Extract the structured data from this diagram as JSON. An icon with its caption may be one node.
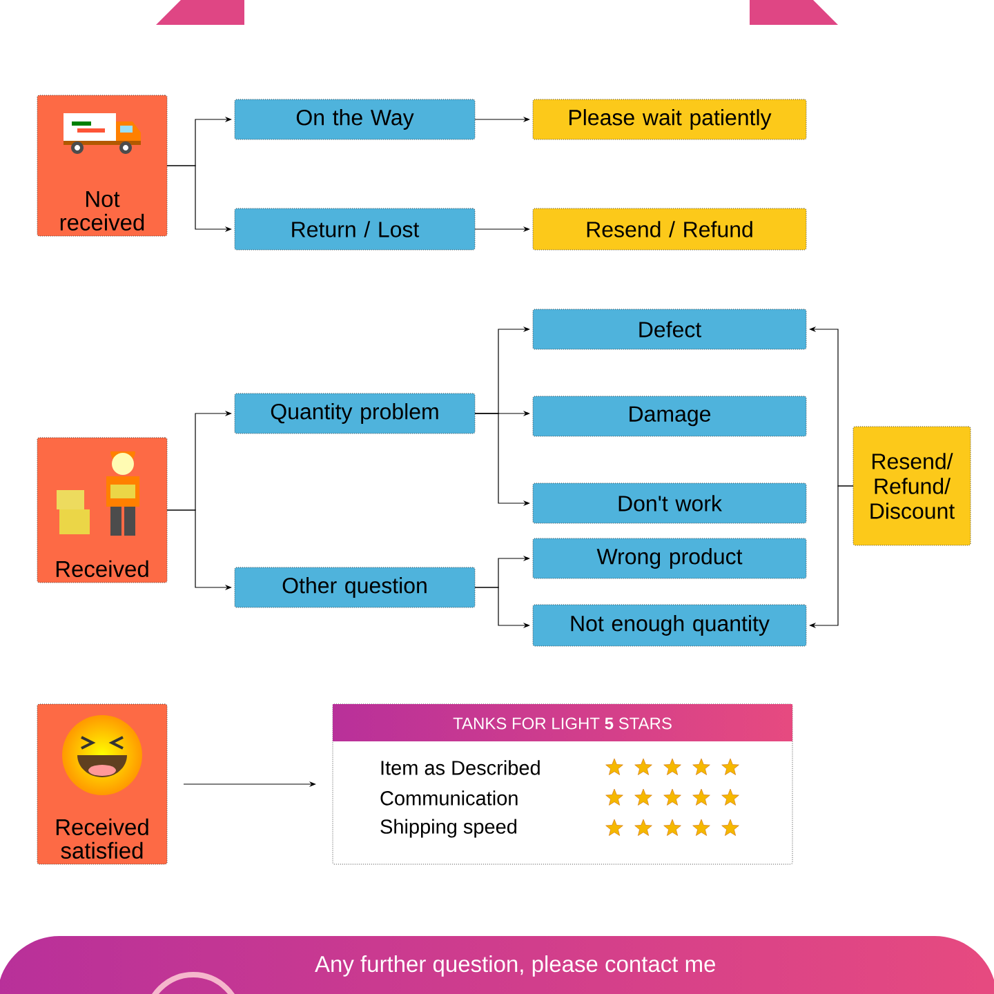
{
  "diagram": {
    "nodes": [
      {
        "text": [
          "Not received"
        ]
      },
      {
        "text": [
          "On the Way"
        ]
      },
      {
        "text": [
          "Please wait patiently"
        ]
      },
      {
        "text": [
          "Return / Lost"
        ]
      },
      {
        "text": [
          "Resend / Refund"
        ]
      },
      {
        "text": [
          "Received"
        ]
      },
      {
        "text": [
          "Quantity problem"
        ]
      },
      {
        "text": [
          "Other question"
        ]
      },
      {
        "text": [
          "Defect"
        ]
      },
      {
        "text": [
          "Damage"
        ]
      },
      {
        "text": [
          "Don't work"
        ]
      },
      {
        "text": [
          "Wrong product"
        ]
      },
      {
        "text": [
          "Not enough quantity"
        ]
      },
      {
        "text": [
          "Resend/ Refund/ Discount"
        ]
      },
      {
        "text": [
          "Received satisfied"
        ]
      },
      {
        "text": [
          "TANKS FOR LIGHT **5** STARS",
          "Item as Described",
          "Communication",
          "Shipping speed"
        ]
      },
      {
        "text": [
          "Any further question, please contact me"
        ]
      }
    ],
    "edges": [
      {
        "from": 0,
        "to": 1,
        "arrow": "to"
      },
      {
        "from": 0,
        "to": 3,
        "arrow": "to"
      },
      {
        "from": 1,
        "to": 2,
        "arrow": "to"
      },
      {
        "from": 3,
        "to": 4,
        "arrow": "to"
      },
      {
        "from": 5,
        "to": 6,
        "arrow": "to"
      },
      {
        "from": 5,
        "to": 7,
        "arrow": "to"
      },
      {
        "from": 6,
        "to": 8,
        "arrow": "to"
      },
      {
        "from": 6,
        "to": 9,
        "arrow": "to"
      },
      {
        "from": 6,
        "to": 10,
        "arrow": "to"
      },
      {
        "from": 7,
        "to": 11,
        "arrow": "to"
      },
      {
        "from": 7,
        "to": 12,
        "arrow": "to"
      },
      {
        "from": 13,
        "to": 8,
        "arrow": "to"
      },
      {
        "from": 13,
        "to": 12,
        "arrow": "to"
      },
      {
        "from": 14,
        "to": 15,
        "arrow": "to"
      }
    ]
  }
}
